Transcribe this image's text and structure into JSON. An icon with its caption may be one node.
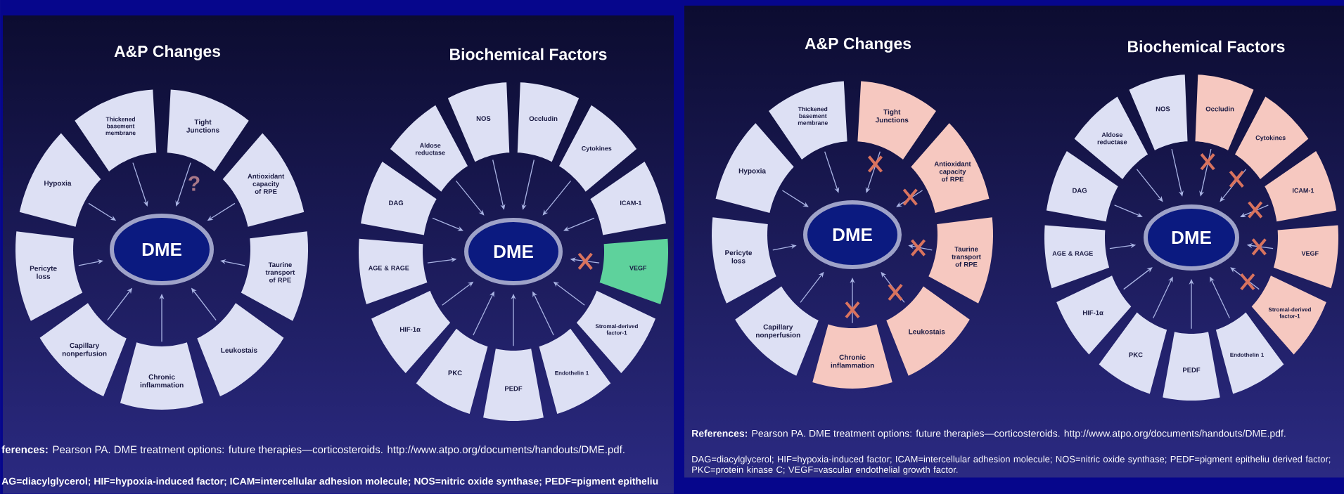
{
  "diagram": {
    "nodes": [
      {
        "text": [
          "DME"
        ]
      },
      {
        "text": [
          "Thickened basement membrane"
        ]
      },
      {
        "text": [
          "Tight Junctions"
        ]
      },
      {
        "text": [
          "Antioxidant capacity of RPE"
        ]
      },
      {
        "text": [
          "Taurine transport of RPE"
        ]
      },
      {
        "text": [
          "Leukostais"
        ]
      },
      {
        "text": [
          "Chronic inflammation"
        ]
      },
      {
        "text": [
          "Capillary nonperfusion"
        ]
      },
      {
        "text": [
          "Pericyte loss"
        ]
      },
      {
        "text": [
          "Hypoxia"
        ]
      },
      {
        "text": [
          "DME"
        ]
      },
      {
        "text": [
          "NOS"
        ]
      },
      {
        "text": [
          "Occludin"
        ]
      },
      {
        "text": [
          "Cytokines"
        ]
      },
      {
        "text": [
          "ICAM-1"
        ]
      },
      {
        "text": [
          "VEGF"
        ]
      },
      {
        "text": [
          "Stromal-derived factor-1"
        ]
      },
      {
        "text": [
          "Endothelin 1"
        ]
      },
      {
        "text": [
          "PEDF"
        ]
      },
      {
        "text": [
          "PKC"
        ]
      },
      {
        "text": [
          "HIF-1α"
        ]
      },
      {
        "text": [
          "AGE & RAGE"
        ]
      },
      {
        "text": [
          "DAG"
        ]
      },
      {
        "text": [
          "Aldose reductase"
        ]
      },
      {
        "text": [
          "DME"
        ]
      },
      {
        "text": [
          "Thickened basement membrane"
        ]
      },
      {
        "text": [
          "Tight Junctions"
        ]
      },
      {
        "text": [
          "Antioxidant capacity of RPE"
        ]
      },
      {
        "text": [
          "Taurine transport of RPE"
        ]
      },
      {
        "text": [
          "Leukostais"
        ]
      },
      {
        "text": [
          "Chronic inflammation"
        ]
      },
      {
        "text": [
          "Capillary nonperfusion"
        ]
      },
      {
        "text": [
          "Pericyte loss"
        ]
      },
      {
        "text": [
          "Hypoxia"
        ]
      },
      {
        "text": [
          "DME"
        ]
      },
      {
        "text": [
          "NOS"
        ]
      },
      {
        "text": [
          "Occludin"
        ]
      },
      {
        "text": [
          "Cytokines"
        ]
      },
      {
        "text": [
          "ICAM-1"
        ]
      },
      {
        "text": [
          "VEGF"
        ]
      },
      {
        "text": [
          "Stromal-derived factor-1"
        ]
      },
      {
        "text": [
          "Endothelin 1"
        ]
      },
      {
        "text": [
          "PEDF"
        ]
      },
      {
        "text": [
          "PKC"
        ]
      },
      {
        "text": [
          "HIF-1α"
        ]
      },
      {
        "text": [
          "AGE & RAGE"
        ]
      },
      {
        "text": [
          "DAG"
        ]
      },
      {
        "text": [
          "Aldose reductase"
        ]
      }
    ],
    "edges": [
      {
        "from": 1,
        "to": 0,
        "arrow": "to"
      },
      {
        "from": 2,
        "to": 0,
        "arrow": "to"
      },
      {
        "from": 3,
        "to": 0,
        "arrow": "to"
      },
      {
        "from": 4,
        "to": 0,
        "arrow": "to"
      },
      {
        "from": 5,
        "to": 0,
        "arrow": "to"
      },
      {
        "from": 6,
        "to": 0,
        "arrow": "to"
      },
      {
        "from": 7,
        "to": 0,
        "arrow": "to"
      },
      {
        "from": 8,
        "to": 0,
        "arrow": "to"
      },
      {
        "from": 9,
        "to": 0,
        "arrow": "to"
      },
      {
        "from": 11,
        "to": 10,
        "arrow": "to"
      },
      {
        "from": 12,
        "to": 10,
        "arrow": "to"
      },
      {
        "from": 13,
        "to": 10,
        "arrow": "to"
      },
      {
        "from": 14,
        "to": 10,
        "arrow": "to"
      },
      {
        "from": 15,
        "to": 10,
        "arrow": "to"
      },
      {
        "from": 16,
        "to": 10,
        "arrow": "to"
      },
      {
        "from": 17,
        "to": 10,
        "arrow": "to"
      },
      {
        "from": 18,
        "to": 10,
        "arrow": "to"
      },
      {
        "from": 19,
        "to": 10,
        "arrow": "to"
      },
      {
        "from": 20,
        "to": 10,
        "arrow": "to"
      },
      {
        "from": 21,
        "to": 10,
        "arrow": "to"
      },
      {
        "from": 22,
        "to": 10,
        "arrow": "to"
      },
      {
        "from": 23,
        "to": 10,
        "arrow": "to"
      },
      {
        "from": 25,
        "to": 24,
        "arrow": "to"
      },
      {
        "from": 26,
        "to": 24,
        "arrow": "to"
      },
      {
        "from": 27,
        "to": 24,
        "arrow": "to"
      },
      {
        "from": 28,
        "to": 24,
        "arrow": "to"
      },
      {
        "from": 29,
        "to": 24,
        "arrow": "to"
      },
      {
        "from": 30,
        "to": 24,
        "arrow": "to"
      },
      {
        "from": 31,
        "to": 24,
        "arrow": "to"
      },
      {
        "from": 32,
        "to": 24,
        "arrow": "to"
      },
      {
        "from": 33,
        "to": 24,
        "arrow": "to"
      },
      {
        "from": 35,
        "to": 34,
        "arrow": "to"
      },
      {
        "from": 36,
        "to": 34,
        "arrow": "to"
      },
      {
        "from": 37,
        "to": 34,
        "arrow": "to"
      },
      {
        "from": 38,
        "to": 34,
        "arrow": "to"
      },
      {
        "from": 39,
        "to": 34,
        "arrow": "to"
      },
      {
        "from": 40,
        "to": 34,
        "arrow": "to"
      },
      {
        "from": 41,
        "to": 34,
        "arrow": "to"
      },
      {
        "from": 42,
        "to": 34,
        "arrow": "to"
      },
      {
        "from": 43,
        "to": 34,
        "arrow": "to"
      },
      {
        "from": 44,
        "to": 34,
        "arrow": "to"
      },
      {
        "from": 45,
        "to": 34,
        "arrow": "to"
      },
      {
        "from": 46,
        "to": 34,
        "arrow": "to"
      },
      {
        "from": 47,
        "to": 34,
        "arrow": "to"
      }
    ],
    "labels": [
      "A&P Changes",
      "Biochemical Factors",
      "?",
      "**ferences:** Pearson PA. DME treatment options: future therapies—corticosteroids. http://www.atpo.org/documents/handouts/DME.pdf.",
      "AG=diacylglycerol; HIF=hypoxia-induced factor; ICAM=intercellular adhesion molecule; NOS=nitric oxide synthase; PEDF=pigment epitheliu",
      "A&P Changes",
      "Biochemical Factors",
      "**References:** Pearson PA. DME treatment options: future therapies—corticosteroids. http://www.atpo.org/documents/handouts/DME.pdf.",
      "DAG=diacylglycerol; HIF=hypoxia-induced factor; ICAM=intercellular adhesion molecule; NOS=nitric oxide synthase; PEDF=pigment epitheliu derived factor; PKC=protein kinase C; VEGF=vascular endothelial growth factor."
    ]
  }
}
